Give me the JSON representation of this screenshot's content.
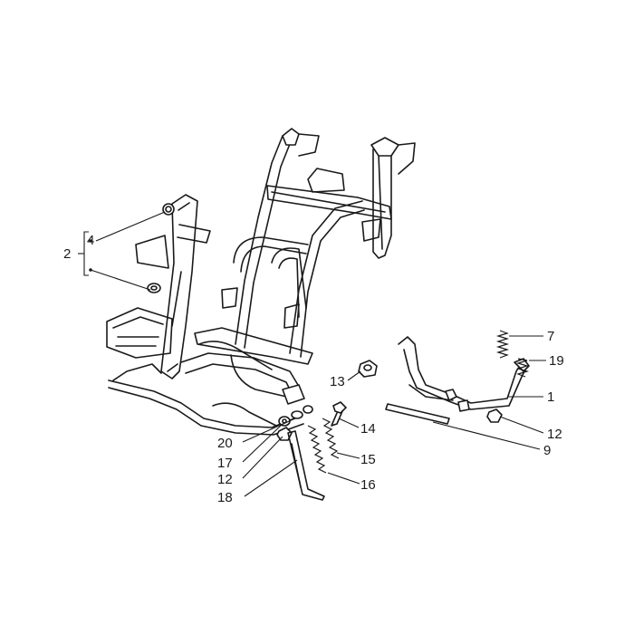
{
  "callouts": [
    {
      "id": "c2",
      "label": "2"
    },
    {
      "id": "c4",
      "label": "4"
    },
    {
      "id": "c7",
      "label": "7"
    },
    {
      "id": "c19",
      "label": "19"
    },
    {
      "id": "c1",
      "label": "1"
    },
    {
      "id": "c13",
      "label": "13"
    },
    {
      "id": "c12a",
      "label": "12"
    },
    {
      "id": "c9",
      "label": "9"
    },
    {
      "id": "c14",
      "label": "14"
    },
    {
      "id": "c15",
      "label": "15"
    },
    {
      "id": "c16",
      "label": "16"
    },
    {
      "id": "c20",
      "label": "20"
    },
    {
      "id": "c17",
      "label": "17"
    },
    {
      "id": "c12b",
      "label": "12"
    },
    {
      "id": "c18",
      "label": "18"
    }
  ],
  "colors": {
    "line": "#1a1a1a",
    "background": "#ffffff"
  }
}
